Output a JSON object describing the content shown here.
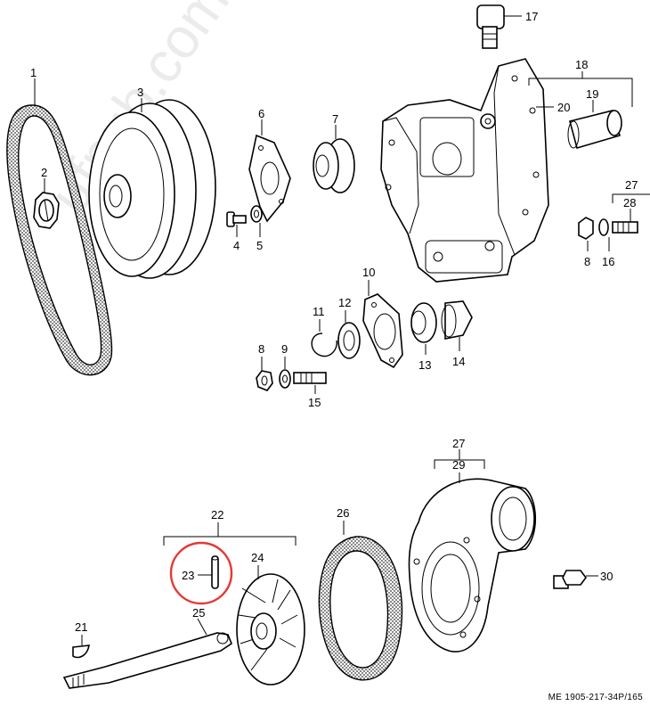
{
  "labels": {
    "l1": "1",
    "l2": "2",
    "l3": "3",
    "l4": "4",
    "l5": "5",
    "l6": "6",
    "l7": "7",
    "l8a": "8",
    "l8b": "8",
    "l9": "9",
    "l10": "10",
    "l11": "11",
    "l12": "12",
    "l13": "13",
    "l14": "14",
    "l15": "15",
    "l16": "16",
    "l17": "17",
    "l18": "18",
    "l19": "19",
    "l20": "20",
    "l21": "21",
    "l22": "22",
    "l23": "23",
    "l24": "24",
    "l25": "25",
    "l26": "26",
    "l27a": "27",
    "l27b": "27",
    "l28": "28",
    "l29": "29",
    "l30": "30"
  },
  "footer_code": "ME 1905-217-34P/165",
  "watermark_text": "ufpub.com",
  "highlight_color": "#e53935"
}
